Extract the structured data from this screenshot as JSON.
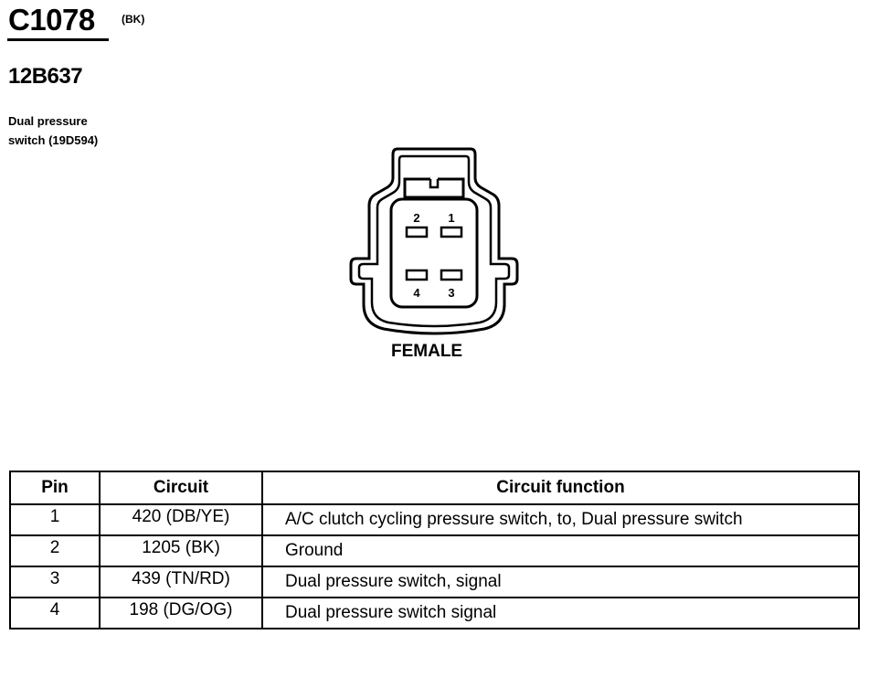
{
  "header": {
    "connector_id": "C1078",
    "connector_color": "(BK)",
    "part_number": "12B637",
    "component_description": "Dual pressure\nswitch (19D594)"
  },
  "connector": {
    "gender_label": "FEMALE",
    "pins": [
      "1",
      "2",
      "3",
      "4"
    ]
  },
  "table": {
    "headers": [
      "Pin",
      "Circuit",
      "Circuit function"
    ],
    "rows": [
      {
        "pin": "1",
        "circuit": "420 (DB/YE)",
        "function": "A/C clutch cycling pressure switch, to, Dual pressure switch"
      },
      {
        "pin": "2",
        "circuit": "1205 (BK)",
        "function": "Ground"
      },
      {
        "pin": "3",
        "circuit": "439 (TN/RD)",
        "function": "Dual pressure switch, signal"
      },
      {
        "pin": "4",
        "circuit": "198 (DG/OG)",
        "function": "Dual pressure switch  signal"
      }
    ]
  }
}
